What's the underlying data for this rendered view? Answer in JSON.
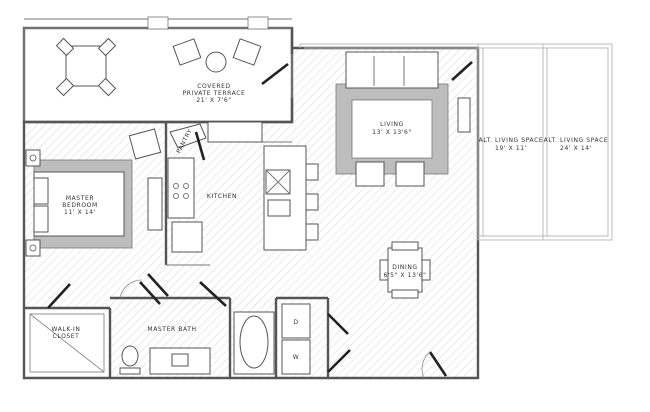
{
  "rooms": {
    "terrace": {
      "name_line1": "COVERED",
      "name_line2": "PRIVATE TERRACE",
      "size": "21' X 7'6\""
    },
    "living": {
      "name": "LIVING",
      "size": "13' X 13'6\""
    },
    "alt_living_1": {
      "name": "ALT. LIVING SPACE",
      "size": "19' X 11'"
    },
    "alt_living_2": {
      "name": "ALT. LIVING SPACE",
      "size": "24' X 14'"
    },
    "master_bedroom": {
      "name_line1": "MASTER",
      "name_line2": "BEDROOM",
      "size": "11' X 14'"
    },
    "kitchen": {
      "name": "KITCHEN"
    },
    "pantry": {
      "name": "PANTRY"
    },
    "dining": {
      "name": "DINING",
      "size": "6'5\" X 13'6\""
    },
    "walk_in_closet": {
      "name_line1": "WALK-IN",
      "name_line2": "CLOSET"
    },
    "master_bath": {
      "name": "MASTER BATH"
    }
  },
  "appliances": {
    "dryer": "D",
    "washer": "W"
  },
  "colors": {
    "wall": "#555555",
    "hatch": "#d9d9d9",
    "rug": "#bdbdbd",
    "door": "#222222"
  }
}
